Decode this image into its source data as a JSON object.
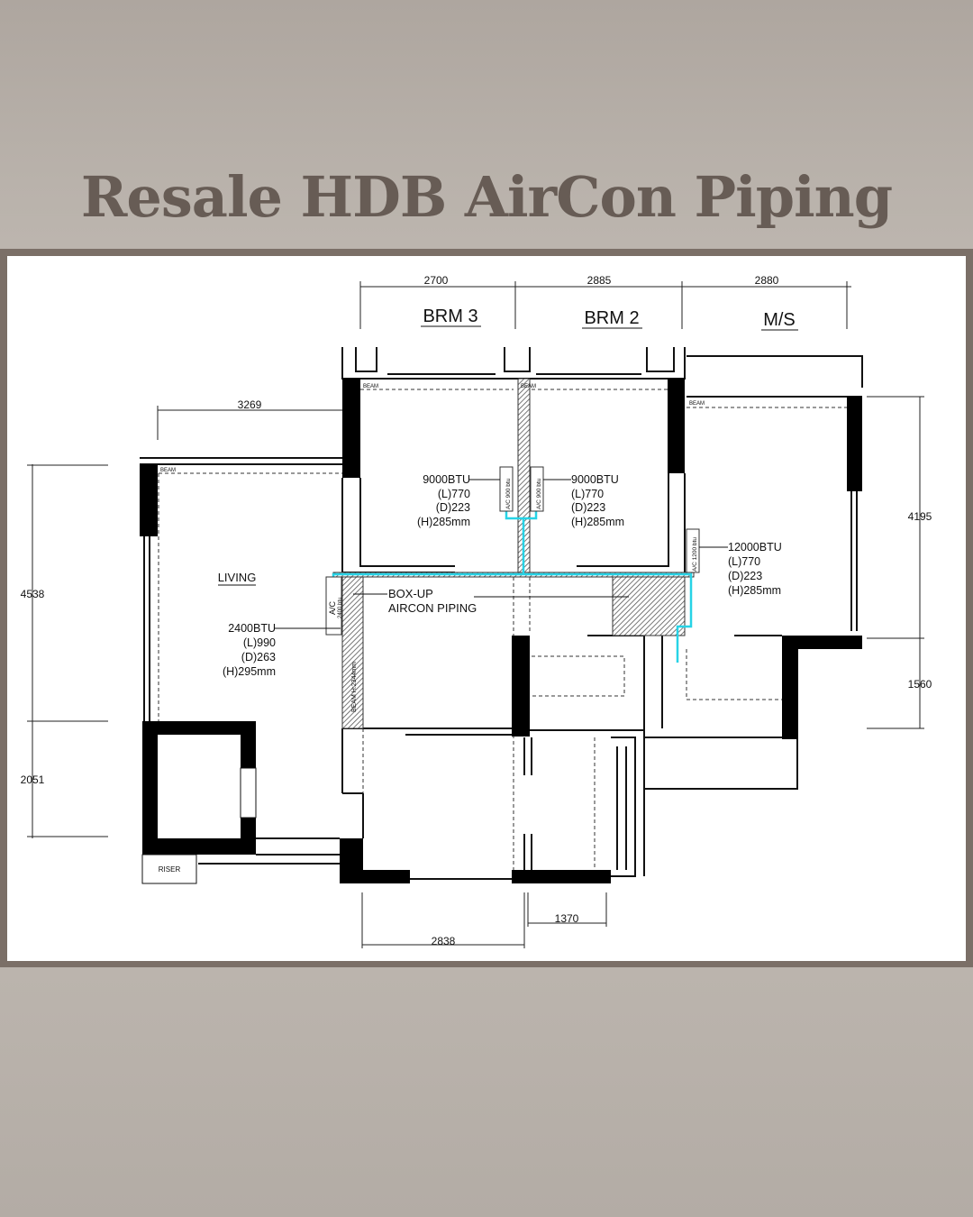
{
  "title": "Resale HDB AirCon Piping",
  "colors": {
    "piping": "#27d3e6",
    "frame": "#7b6f67",
    "title": "#675c55",
    "wall": "#000000"
  },
  "plan": {
    "rooms": {
      "brm3": "BRM 3",
      "brm2": "BRM 2",
      "ms": "M/S",
      "living": "LIVING",
      "riser": "RISER"
    },
    "beam_labels": {
      "b1": "BEAM",
      "b2": "BEAM",
      "b3": "BEAM",
      "b4": "BEAM"
    },
    "beam_height": "BEAM H:2344mm",
    "dimensions": {
      "top_brm3": "2700",
      "top_brm2": "2885",
      "top_ms": "2880",
      "living_width": "3269",
      "left_upper": "4538",
      "left_lower": "2051",
      "right_upper": "4195",
      "right_lower": "1560",
      "bottom_a": "2838",
      "bottom_b": "1370"
    },
    "aircon_units": [
      {
        "tag": "A/C 900 btu",
        "btu": "9000BTU",
        "l": "(L)770",
        "d": "(D)223",
        "h": "(H)285mm"
      },
      {
        "tag": "A/C 900 btu",
        "btu": "9000BTU",
        "l": "(L)770",
        "d": "(D)223",
        "h": "(H)285mm"
      },
      {
        "tag": "A/C 1200 btu",
        "btu": "12000BTU",
        "l": "(L)770",
        "d": "(D)223",
        "h": "(H)285mm"
      },
      {
        "tag_a": "A/C",
        "tag_b": "2400 btu",
        "btu": "2400BTU",
        "l": "(L)990",
        "d": "(D)263",
        "h": "(H)295mm"
      }
    ],
    "note": {
      "line1": "BOX-UP",
      "line2": "AIRCON PIPING"
    }
  }
}
